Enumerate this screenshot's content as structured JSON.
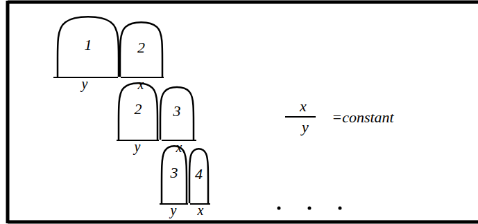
{
  "diagram": {
    "nodes": [
      {
        "text": [
          "1"
        ]
      },
      {
        "text": [
          "2"
        ]
      },
      {
        "text": [
          "2"
        ]
      },
      {
        "text": [
          "3"
        ]
      },
      {
        "text": [
          "3"
        ]
      },
      {
        "text": [
          "4"
        ]
      }
    ],
    "labels": [
      "y",
      "x",
      "y",
      "x",
      "y",
      "x",
      "x",
      "y",
      "=constant"
    ]
  }
}
